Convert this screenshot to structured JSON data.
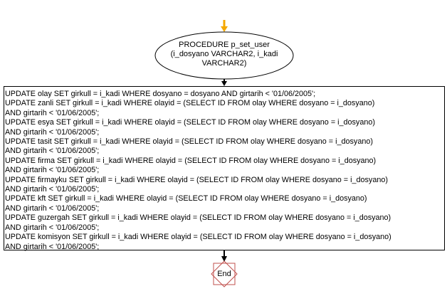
{
  "diagram": {
    "start_node": {
      "lines": [
        "PROCEDURE p_set_user",
        "(i_dosyano VARCHAR2, i_kadi",
        "VARCHAR2)"
      ]
    },
    "process_node": {
      "lines": [
        "UPDATE olay SET girkull = i_kadi WHERE dosyano = dosyano AND girtarih < '01/06/2005';",
        "UPDATE zanli SET girkull = i_kadi WHERE olayid = (SELECT ID FROM olay WHERE dosyano = i_dosyano)",
        "AND girtarih < '01/06/2005';",
        "UPDATE esya SET girkull = i_kadi WHERE olayid = (SELECT ID FROM olay WHERE dosyano = i_dosyano)",
        "AND girtarih < '01/06/2005';",
        "UPDATE tasit SET girkull = i_kadi WHERE olayid = (SELECT ID FROM olay WHERE dosyano = i_dosyano)",
        "AND girtarih < '01/06/2005';",
        "UPDATE firma SET girkull = i_kadi WHERE olayid = (SELECT ID FROM olay WHERE dosyano = i_dosyano)",
        "AND girtarih < '01/06/2005';",
        "UPDATE firmayku SET girkull = i_kadi WHERE olayid = (SELECT ID FROM olay WHERE dosyano = i_dosyano)",
        "AND girtarih < '01/06/2005';",
        "UPDATE kft SET girkull = i_kadi WHERE olayid = (SELECT ID FROM olay WHERE dosyano = i_dosyano)",
        "AND girtarih < '01/06/2005';",
        "UPDATE guzergah SET girkull = i_kadi WHERE olayid = (SELECT ID FROM olay WHERE dosyano = i_dosyano)",
        "AND girtarih < '01/06/2005';",
        "UPDATE komisyon SET girkull = i_kadi WHERE olayid = (SELECT ID FROM olay WHERE dosyano = i_dosyano)",
        "AND girtarih < '01/06/2005';"
      ]
    },
    "end_node": {
      "label": "End"
    },
    "colors": {
      "start_arrow": "#f5a800",
      "end_diamond": "#c0504d",
      "stroke": "#000000"
    }
  }
}
